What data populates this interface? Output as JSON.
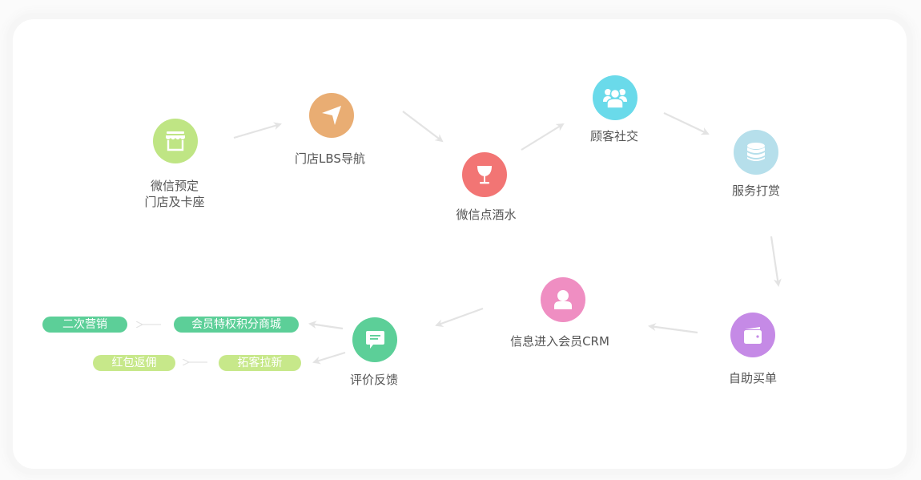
{
  "colors": {
    "store": "#bfe584",
    "navigation": "#e9ad73",
    "drinks": "#f27574",
    "social": "#6adaea",
    "tip": "#b6dfeb",
    "checkout": "#c58ae6",
    "crm": "#ef8ec2",
    "feedback": "#5ccf98",
    "pill_green": "#5ccf98",
    "pill_lime": "#c7e88a",
    "arrow": "#e3e3e3",
    "label": "#555555"
  },
  "nodes": {
    "reserve": {
      "line1": "微信预定",
      "line2": "门店及卡座",
      "icon": "storefront-icon"
    },
    "lbs": {
      "label": "门店LBS导航",
      "icon": "navigation-arrow-icon"
    },
    "drinks": {
      "label": "微信点酒水",
      "icon": "wine-glass-icon"
    },
    "social": {
      "label": "顾客社交",
      "icon": "users-group-icon"
    },
    "tip": {
      "label": "服务打赏",
      "icon": "coin-stack-icon"
    },
    "checkout": {
      "label": "自助买单",
      "icon": "wallet-icon"
    },
    "crm": {
      "label": "信息进入会员CRM",
      "icon": "user-icon"
    },
    "feedback": {
      "label": "评价反馈",
      "icon": "chat-bubble-icon"
    }
  },
  "pills": {
    "mall": "会员特权积分商城",
    "remarketing": "二次营销",
    "acquire": "拓客拉新",
    "commission": "红包返佣"
  }
}
